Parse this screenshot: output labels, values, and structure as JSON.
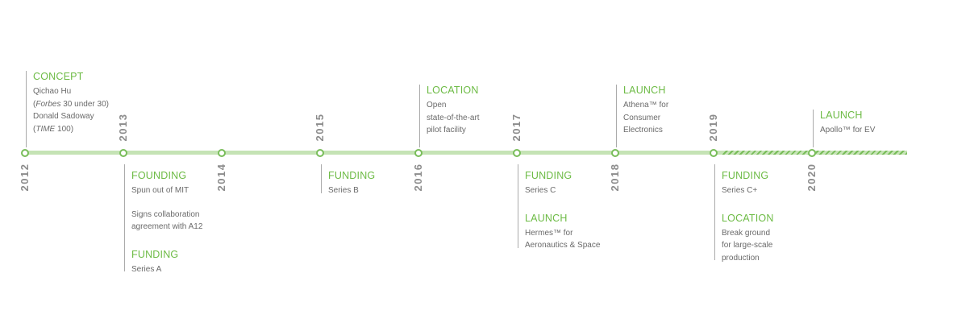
{
  "timeline": {
    "milestones": [
      {
        "year": "2012"
      },
      {
        "year": "2013"
      },
      {
        "year": "2014"
      },
      {
        "year": "2015"
      },
      {
        "year": "2016"
      },
      {
        "year": "2017"
      },
      {
        "year": "2018"
      },
      {
        "year": "2019"
      },
      {
        "year": "2020"
      }
    ],
    "events": [
      {
        "milestone": "2012",
        "side": "above",
        "groups": [
          {
            "title": "CONCEPT",
            "lines": [
              {
                "text": "Qichao Hu"
              },
              {
                "pre": "(",
                "italic": "Forbes",
                "post": " 30 under 30)"
              },
              {
                "text": "Donald Sadoway"
              },
              {
                "pre": "(",
                "italic": "TIME",
                "post": " 100)"
              }
            ]
          }
        ]
      },
      {
        "milestone": "2013",
        "side": "below",
        "groups": [
          {
            "title": "FOUNDING",
            "lines": [
              {
                "text": "Spun out of MIT"
              },
              {
                "gap": true
              },
              {
                "text": "Signs collaboration"
              },
              {
                "text": "agreement with A12"
              }
            ]
          },
          {
            "title": "FUNDING",
            "lines": [
              {
                "text": "Series A"
              }
            ]
          }
        ]
      },
      {
        "milestone": "2015",
        "side": "below",
        "groups": [
          {
            "title": "FUNDING",
            "lines": [
              {
                "text": "Series B"
              }
            ]
          }
        ]
      },
      {
        "milestone": "2016",
        "side": "above",
        "groups": [
          {
            "title": "LOCATION",
            "lines": [
              {
                "text": "Open"
              },
              {
                "text": "state-of-the-art"
              },
              {
                "text": "pilot facility"
              }
            ]
          }
        ]
      },
      {
        "milestone": "2017",
        "side": "below",
        "groups": [
          {
            "title": "FUNDING",
            "lines": [
              {
                "text": "Series C"
              }
            ]
          },
          {
            "title": "LAUNCH",
            "lines": [
              {
                "text": "Hermes™ for"
              },
              {
                "text": "Aeronautics & Space"
              }
            ]
          }
        ]
      },
      {
        "milestone": "2018",
        "side": "above",
        "groups": [
          {
            "title": "LAUNCH",
            "lines": [
              {
                "text": "Athena™ for"
              },
              {
                "text": "Consumer"
              },
              {
                "text": "Electronics"
              }
            ]
          }
        ]
      },
      {
        "milestone": "2019",
        "side": "below",
        "groups": [
          {
            "title": "FUNDING",
            "lines": [
              {
                "text": "Series C+"
              }
            ]
          },
          {
            "title": "LOCATION",
            "lines": [
              {
                "text": "Break ground"
              },
              {
                "text": "for large-scale"
              },
              {
                "text": "production"
              }
            ]
          }
        ]
      },
      {
        "milestone": "2020",
        "side": "above",
        "groups": [
          {
            "title": "LAUNCH",
            "lines": [
              {
                "text": "Apollo™ for EV"
              }
            ]
          }
        ]
      }
    ]
  },
  "colors": {
    "accent_green": "#6dbb45",
    "node_green": "#79bd5a",
    "track_light_green": "#c5e3b5",
    "year_gray": "#8c8c8c",
    "body_text": "#6a6a6a"
  }
}
